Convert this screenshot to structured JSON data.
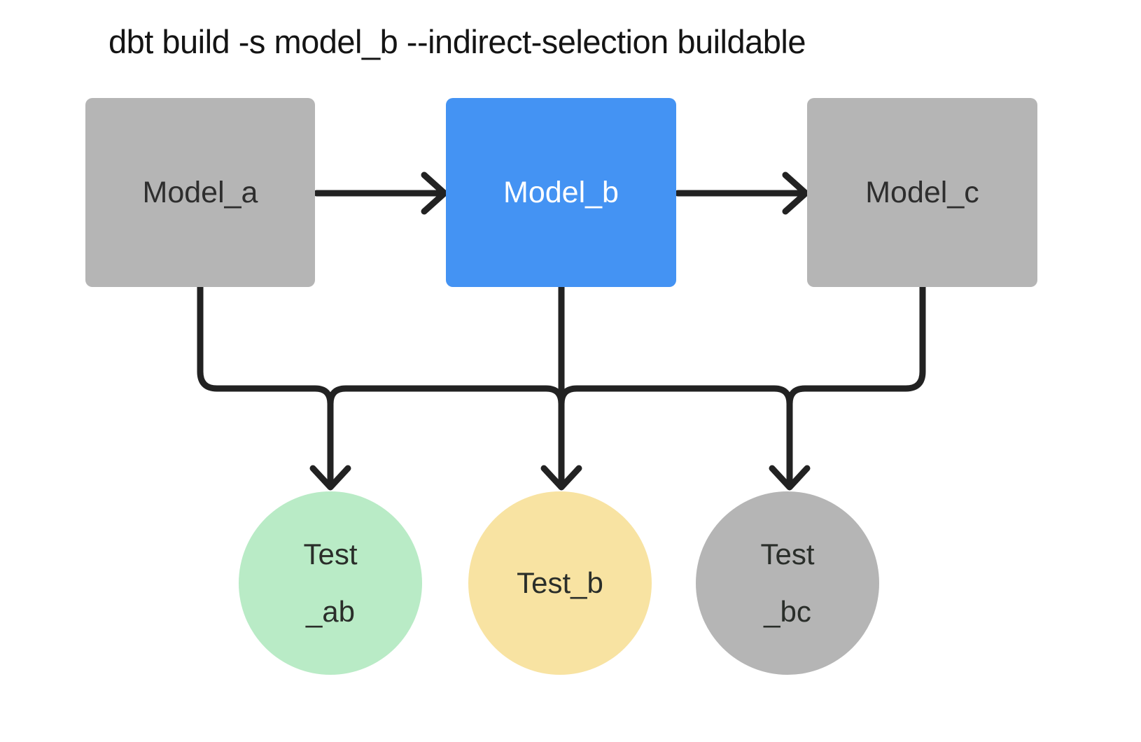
{
  "title": "dbt build -s model_b --indirect-selection buildable",
  "diagram": {
    "models": [
      {
        "id": "model_a",
        "label": "Model_a",
        "variant": "gray",
        "selected": false
      },
      {
        "id": "model_b",
        "label": "Model_b",
        "variant": "blue",
        "selected": true
      },
      {
        "id": "model_c",
        "label": "Model_c",
        "variant": "gray",
        "selected": false
      }
    ],
    "tests": [
      {
        "id": "test_ab",
        "line1": "Test",
        "line2": "_ab",
        "variant": "green"
      },
      {
        "id": "test_b",
        "line1": "Test_b",
        "line2": "",
        "variant": "yellow"
      },
      {
        "id": "test_bc",
        "line1": "Test",
        "line2": "_bc",
        "variant": "gray"
      }
    ],
    "edges": [
      "model_a -> model_b",
      "model_b -> model_c",
      "model_a -> test_ab",
      "model_b -> test_ab",
      "model_b -> test_b",
      "model_b -> test_bc",
      "model_c -> test_bc"
    ]
  },
  "colors": {
    "gray": "#b5b5b5",
    "blue": "#4493f3",
    "green": "#b9ebc6",
    "yellow": "#f8e3a2",
    "line": "#222222"
  }
}
